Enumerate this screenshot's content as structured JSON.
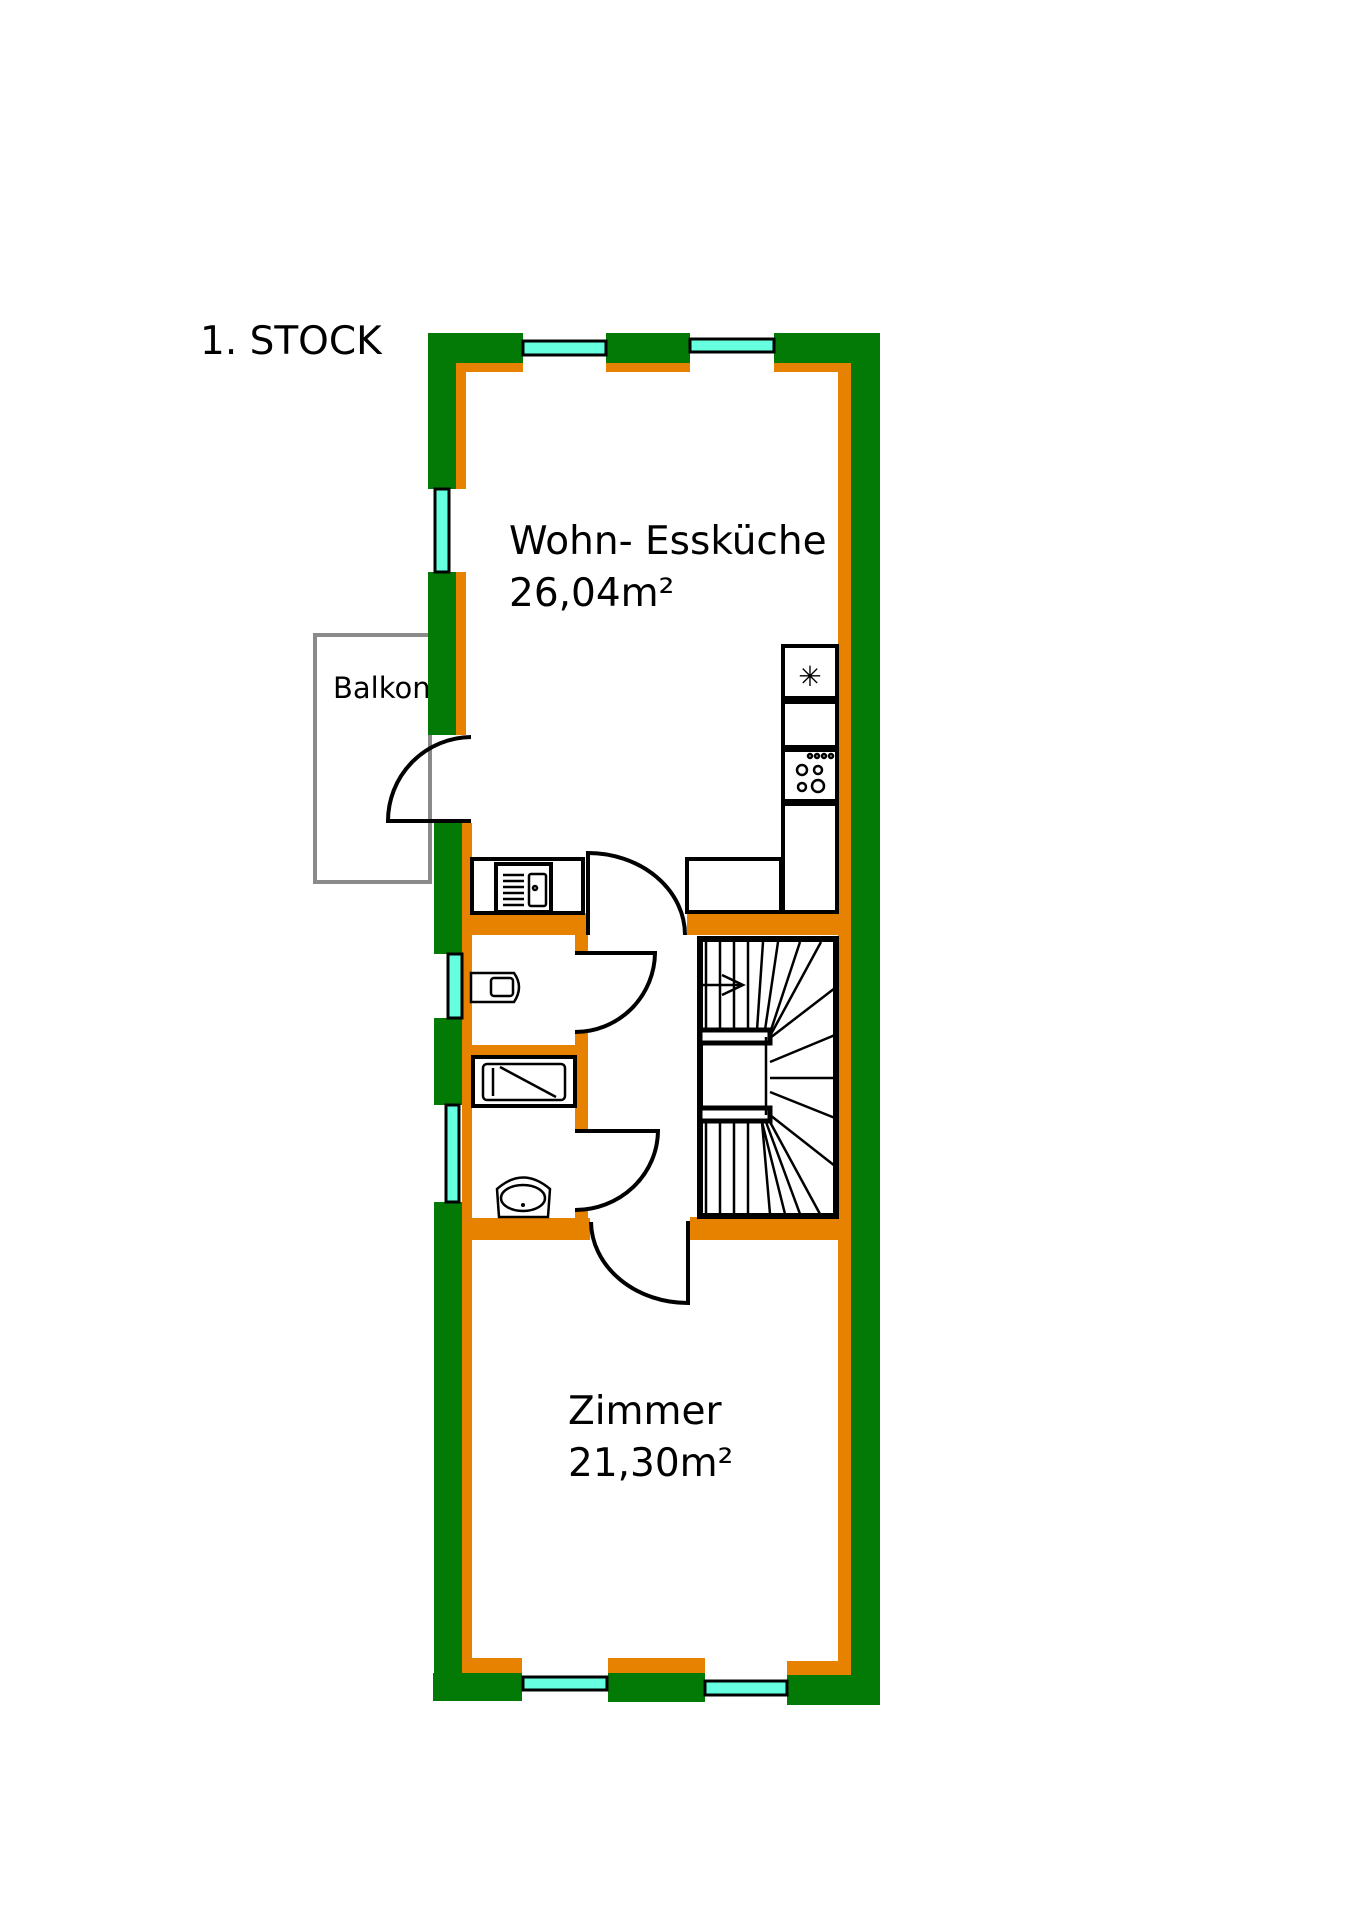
{
  "floor_title": "1. STOCK",
  "rooms": [
    {
      "name": "Wohn- Essküche",
      "area": "26,04m²"
    },
    {
      "name": "Zimmer",
      "area": "21,30m²"
    }
  ],
  "balcony_label": "Balkon",
  "colors": {
    "outer_wall": "#037a06",
    "inner_wall": "#e68200",
    "window": "#66ffe0"
  }
}
